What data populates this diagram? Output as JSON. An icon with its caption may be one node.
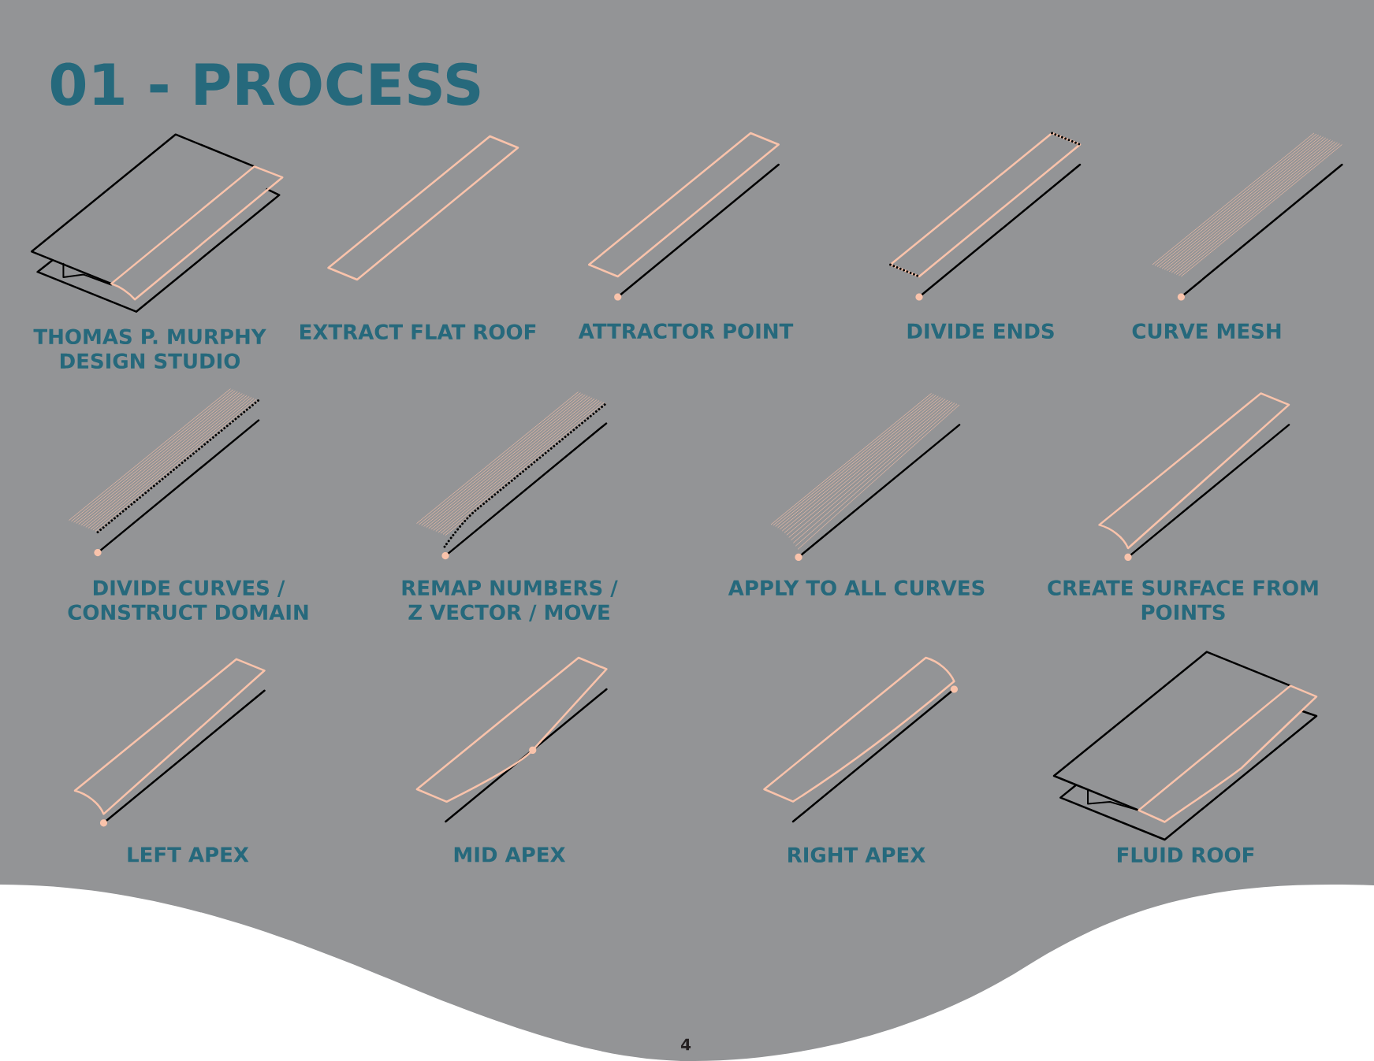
{
  "diagram": {
    "title": "01 - PROCESS",
    "labels": [
      "THOMAS P. MURPHY DESIGN STUDIO",
      "EXTRACT FLAT ROOF",
      "ATTRACTOR POINT",
      "DIVIDE ENDS",
      "CURVE MESH",
      "DIVIDE CURVES / CONSTRUCT DOMAIN",
      "REMAP NUMBERS / Z VECTOR / MOVE",
      "APPLY TO ALL CURVES",
      "CREATE SURFACE FROM POINTS",
      "LEFT APEX",
      "MID APEX",
      "RIGHT APEX",
      "FLUID ROOF",
      "4"
    ]
  }
}
